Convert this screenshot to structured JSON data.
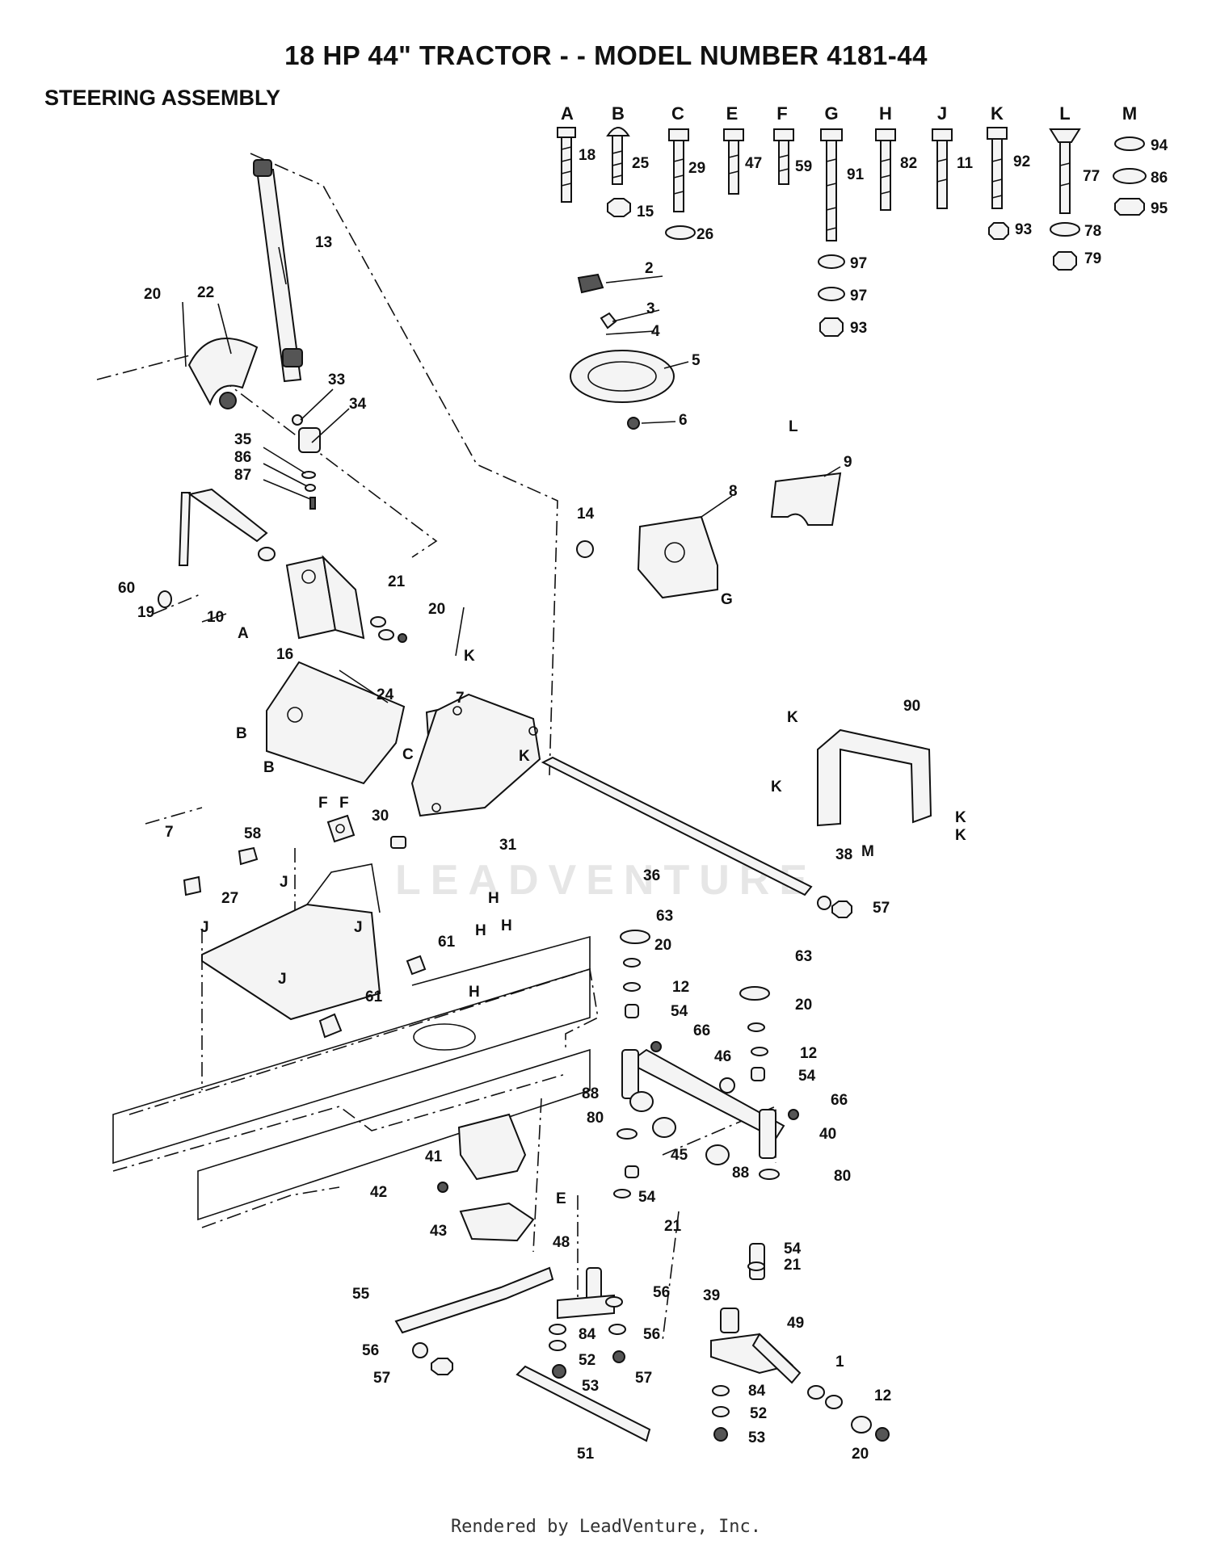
{
  "title": "18 HP 44\" TRACTOR - - MODEL NUMBER 4181-44",
  "subtitle": "STEERING ASSEMBLY",
  "watermark": "LEADVENTURE",
  "footer": "Rendered by LeadVenture, Inc.",
  "hardware_letters": [
    "A",
    "B",
    "C",
    "E",
    "F",
    "G",
    "H",
    "J",
    "K",
    "L",
    "M"
  ],
  "hardware_callouts": [
    "18",
    "25",
    "15",
    "29",
    "26",
    "47",
    "59",
    "91",
    "97",
    "97",
    "93",
    "82",
    "11",
    "92",
    "93",
    "77",
    "78",
    "79",
    "94",
    "86",
    "95"
  ],
  "part_callouts": [
    "2",
    "3",
    "4",
    "5",
    "6",
    "8",
    "9",
    "14",
    "13",
    "20",
    "22",
    "33",
    "34",
    "35",
    "86",
    "87",
    "60",
    "19",
    "10",
    "16",
    "21",
    "20",
    "24",
    "7",
    "58",
    "30",
    "31",
    "36",
    "38",
    "57",
    "90",
    "7",
    "27",
    "61",
    "61",
    "63",
    "20",
    "12",
    "54",
    "66",
    "46",
    "12",
    "54",
    "63",
    "20",
    "66",
    "40",
    "88",
    "80",
    "45",
    "88",
    "80",
    "41",
    "42",
    "43",
    "54",
    "21",
    "48",
    "56",
    "56",
    "84",
    "52",
    "53",
    "57",
    "55",
    "56",
    "57",
    "39",
    "49",
    "54",
    "21",
    "84",
    "52",
    "53",
    "1",
    "12",
    "20",
    "51"
  ],
  "drawing_letters": [
    "A",
    "B",
    "B",
    "C",
    "F",
    "F",
    "J",
    "J",
    "J",
    "J",
    "H",
    "H",
    "H",
    "H",
    "K",
    "K",
    "K",
    "K",
    "K",
    "K",
    "L",
    "G",
    "M",
    "E"
  ]
}
